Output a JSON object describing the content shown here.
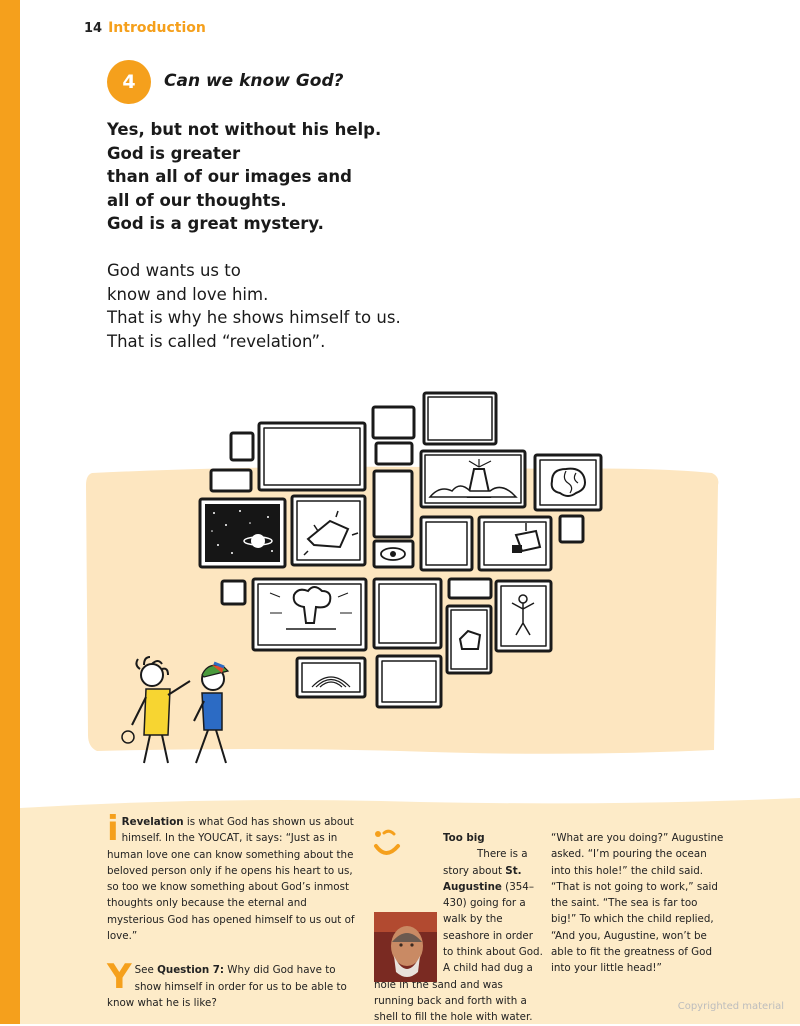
{
  "running_head": {
    "page_number": "14",
    "section": "Introduction"
  },
  "question": {
    "number": "4",
    "title": "Can we know God?"
  },
  "answer_lines": [
    "Yes, but not without his help.",
    "God is greater",
    "than all of our images and",
    "all of our thoughts.",
    "God is a great mystery."
  ],
  "body_lines": [
    "God wants us to",
    "know and love him.",
    "That is why he shows himself to us.",
    "That is called “revelation”."
  ],
  "sidebar_info": {
    "initial": "i",
    "term": "Revelation",
    "text": " is what God has shown us about himself. In the YOUCAT, it says: “Just as in human love one can know something about the beloved person only if he opens his heart to us, so too we know something about God’s inmost thoughts only because the eternal and mysterious God has opened himself to us out of love.”"
  },
  "sidebar_youcat": {
    "initial": "Y",
    "prefix": "See ",
    "ref": "Question 7:",
    "text": " Why did God have to show himself in order for us to be able to know what he is like?"
  },
  "story": {
    "title": "Too big",
    "text1": "There is a story about ",
    "name": "St. Augustine",
    "text2": " (354–430) going for a walk by the seashore in order to think about God. A child had dug a hole in the sand and was running back and forth with a shell to fill the hole with water.",
    "continuation": "“What are you doing?” Augustine asked. “I’m pouring the ocean into this hole!” the child said. “That is not going to work,” said the saint. “The sea is far too big!” To which the child replied, “And you, Augustine, won’t be able to fit the greatness of God into your little head!”"
  },
  "copyright": "Copyrighted material",
  "colors": {
    "accent": "#f5a01c",
    "sand": "#fde6c0",
    "band": "#fdebc8"
  },
  "icons": [
    "smiley-icon",
    "augustine-portrait"
  ]
}
